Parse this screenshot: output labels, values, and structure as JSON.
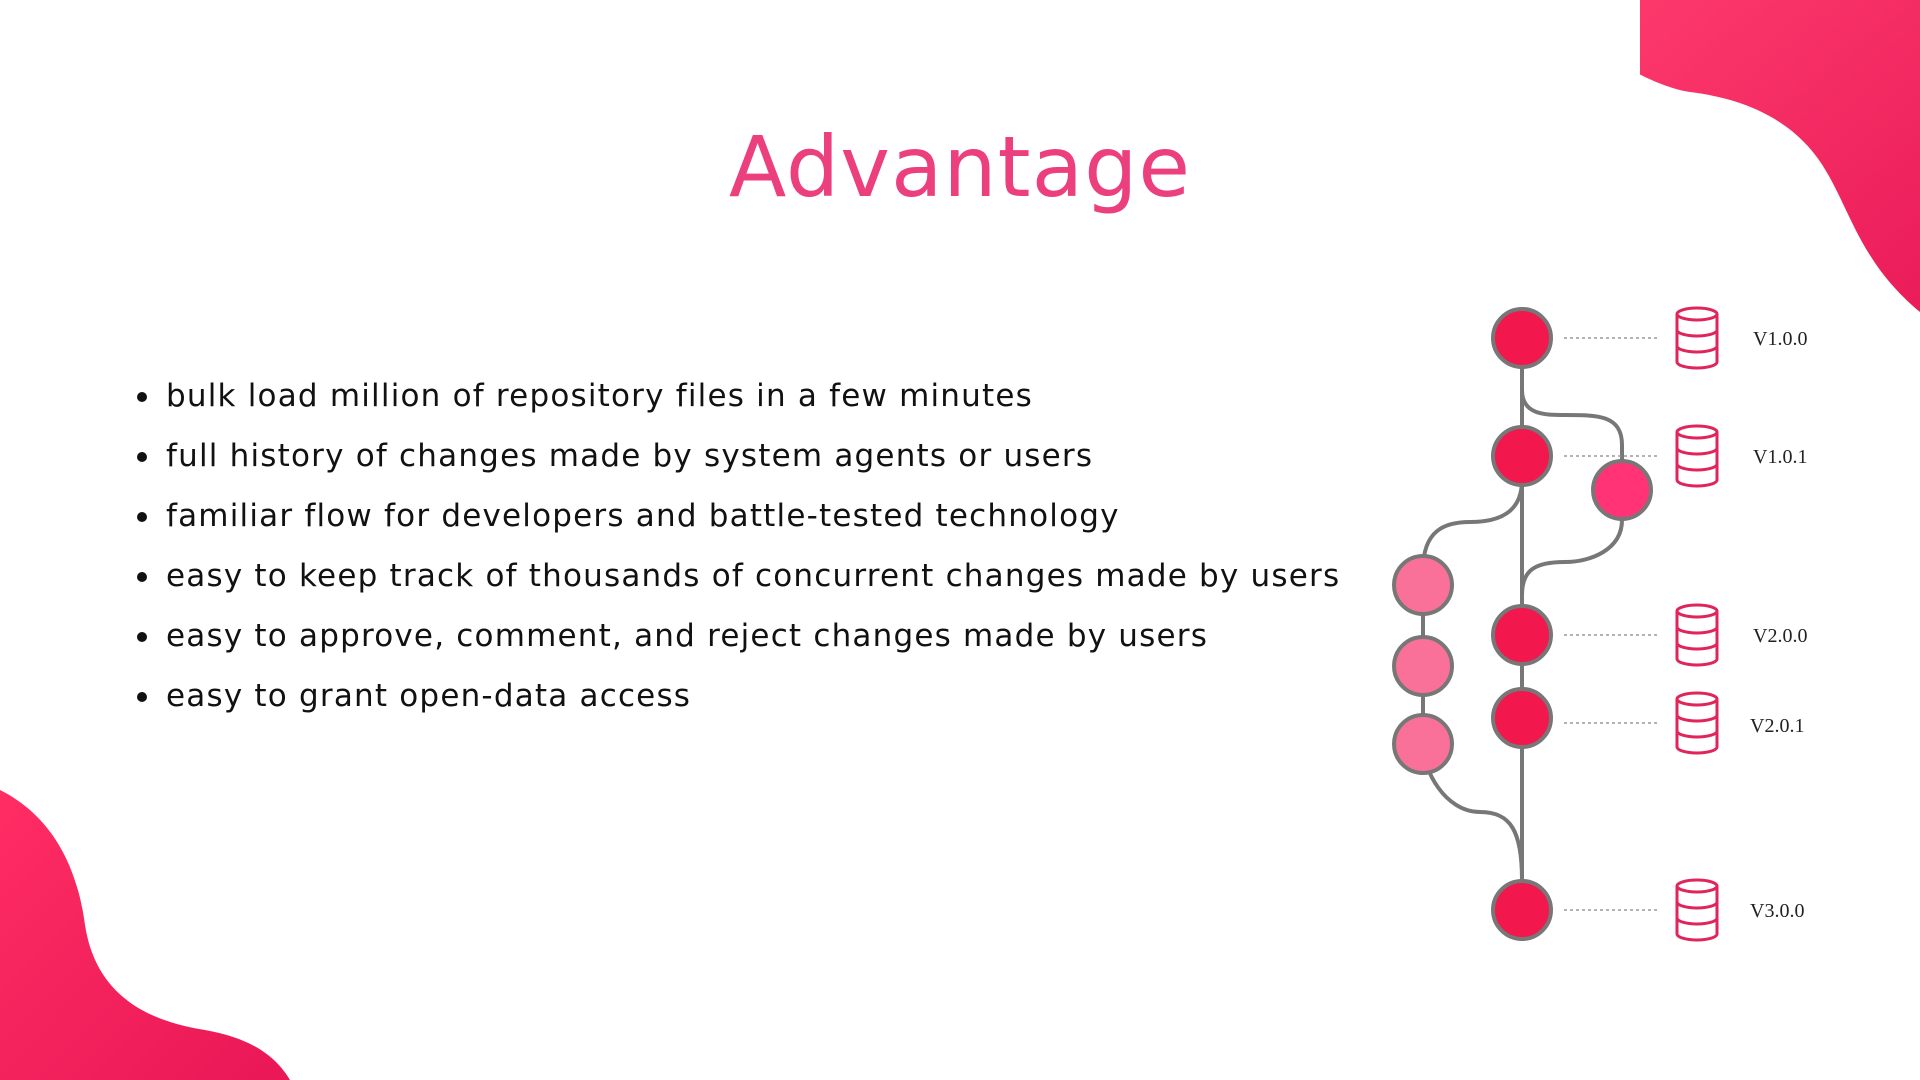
{
  "slide": {
    "title": "Advantage",
    "bullets": [
      "bulk load million of repository files in a few minutes",
      "full history of changes made by system agents or users",
      "familiar flow for developers and battle-tested technology",
      "easy to keep track of thousands of concurrent changes made by users",
      "easy to approve, comment, and reject changes made by users",
      "easy to grant open-data access"
    ]
  },
  "diagram": {
    "versions": [
      "V1.0.0",
      "V1.0.1",
      "V2.0.0",
      "V2.0.1",
      "V3.0.0"
    ]
  },
  "colors": {
    "accent": "#ec3f7e",
    "main_commit": "#f2174d",
    "feature_commit": "#ff3375",
    "side_commit": "#f97098",
    "line": "#777777",
    "database_icon": "#e0255a"
  }
}
